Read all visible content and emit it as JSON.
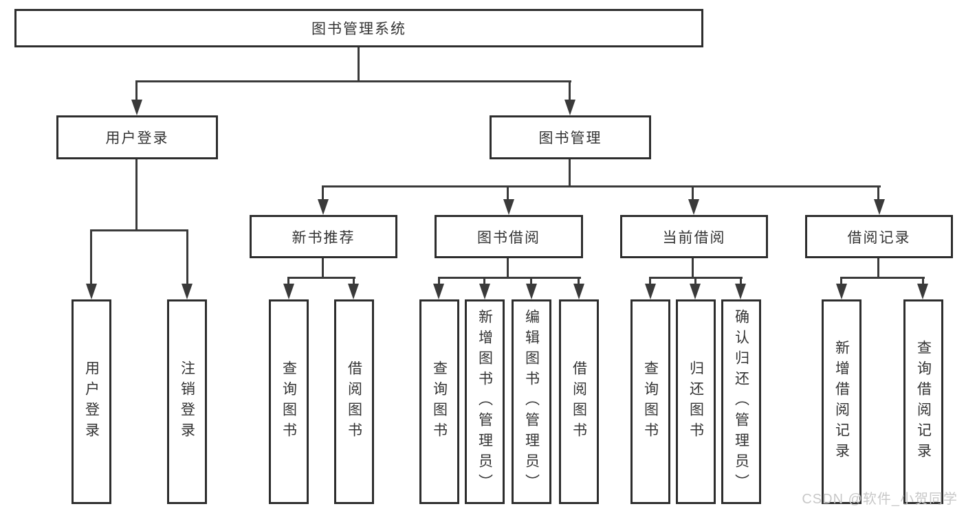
{
  "tree": {
    "root": {
      "label": "图书管理系统"
    },
    "branches": [
      {
        "label": "用户登录",
        "leaves": [
          "用户登录",
          "注销登录"
        ]
      },
      {
        "label": "图书管理",
        "children": [
          {
            "label": "新书推荐",
            "leaves": [
              "查询图书",
              "借阅图书"
            ]
          },
          {
            "label": "图书借阅",
            "leaves": [
              "查询图书",
              "新增图书（管理员）",
              "编辑图书（管理员）",
              "借阅图书"
            ]
          },
          {
            "label": "当前借阅",
            "leaves": [
              "查询图书",
              "归还图书",
              "确认归还（管理员）"
            ]
          },
          {
            "label": "借阅记录",
            "leaves": [
              "新增借阅记录",
              "查询借阅记录"
            ]
          }
        ]
      }
    ]
  },
  "watermark": {
    "text": "CSDN @软件_小贺同学"
  },
  "colors": {
    "line": "#3a3a3a",
    "border": "#2d2d2d",
    "text": "#333333",
    "watermark": "#c8c8c8",
    "background": "#ffffff"
  }
}
